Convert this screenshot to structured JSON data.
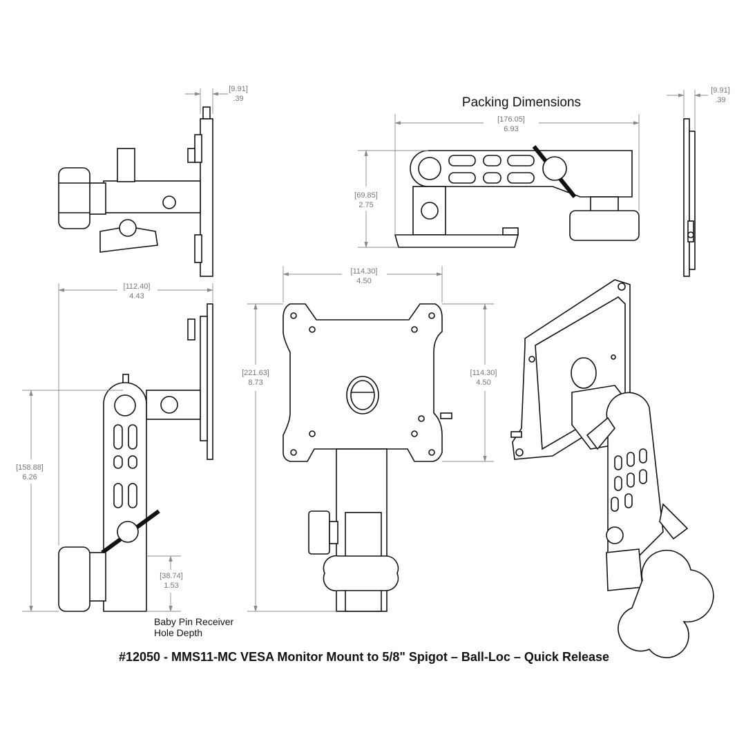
{
  "packing_title": "Packing Dimensions",
  "dimensions": {
    "top_left_depth": {
      "mm": "[9.91]",
      "in": ".39"
    },
    "top_right_depth": {
      "mm": "[9.91]",
      "in": ".39"
    },
    "packing_length": {
      "mm": "[176.05]",
      "in": "6.93"
    },
    "packing_height": {
      "mm": "[69.85]",
      "in": "2.75"
    },
    "side_width": {
      "mm": "[112.40]",
      "in": "4.43"
    },
    "side_height": {
      "mm": "[158.88]",
      "in": "6.26"
    },
    "pin_depth": {
      "mm": "[38.74]",
      "in": "1.53"
    },
    "vesa_width": {
      "mm": "[114.30]",
      "in": "4.50"
    },
    "vesa_height": {
      "mm": "[114.30]",
      "in": "4.50"
    },
    "overall_height": {
      "mm": "[221.63]",
      "in": "8.73"
    }
  },
  "pin_caption": {
    "line1": "Baby Pin Receiver",
    "line2": "Hole Depth"
  },
  "product_title": "#12050 - MMS11-MC VESA Monitor Mount to 5/8\" Spigot – Ball-Loc – Quick Release"
}
